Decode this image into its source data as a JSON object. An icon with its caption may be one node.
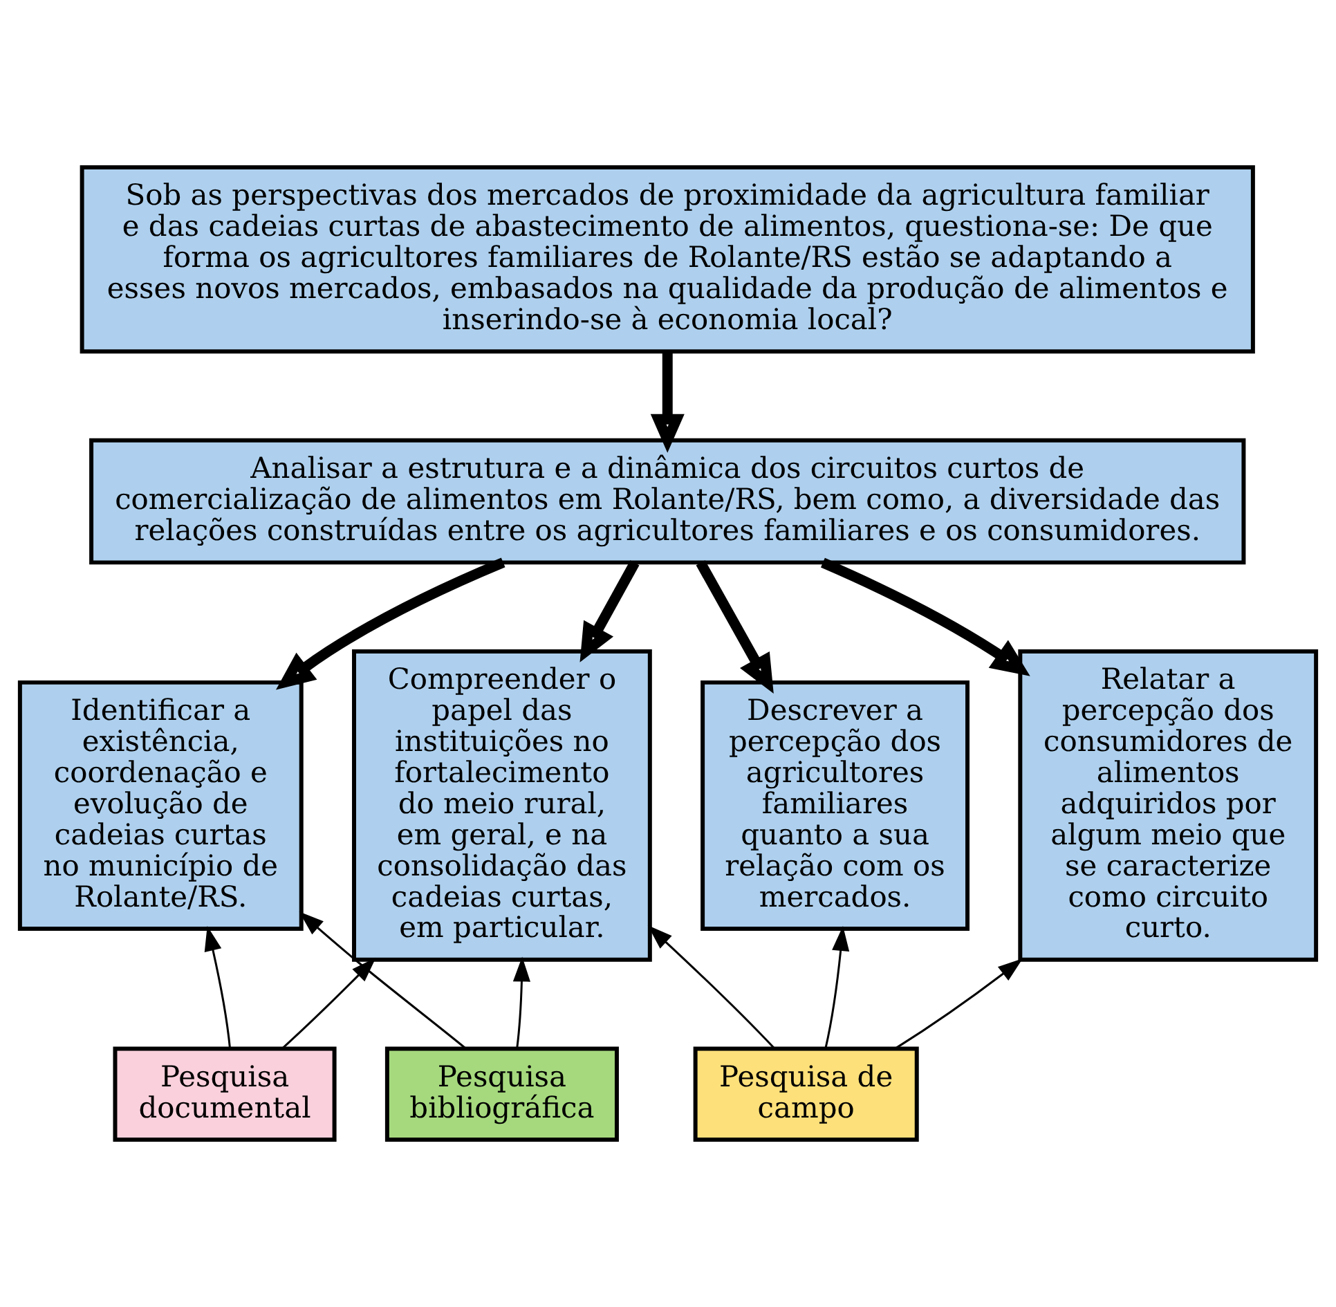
{
  "diagram": {
    "nodes": [
      {
        "text": [
          "Sob as perspectivas dos mercados de proximidade da agricultura familiar e das cadeias curtas de abastecimento de alimentos, questiona-se: De que forma os agricultores familiares de Rolante/RS estão se adaptando a esses novos mercados, embasados na qualidade da produção de alimentos e inserindo-se à economia local?"
        ]
      },
      {
        "text": [
          "Analisar a estrutura e a dinâmica dos circuitos curtos de comercialização de alimentos em Rolante/RS, bem como, a diversidade das relações construídas entre os agricultores familiares e os consumidores."
        ]
      },
      {
        "text": [
          "Identificar a existência, coordenação e evolução de cadeias curtas no município de Rolante/RS."
        ]
      },
      {
        "text": [
          "Compreender o papel das instituições no fortalecimento do meio rural, em geral, e na consolidação das cadeias curtas, em particular."
        ]
      },
      {
        "text": [
          "Descrever a percepção dos agricultores familiares quanto a sua relação com os mercados."
        ]
      },
      {
        "text": [
          "Relatar a percepção dos consumidores de alimentos adquiridos por algum meio que se caracterize como circuito curto."
        ]
      },
      {
        "text": [
          "Pesquisa documental"
        ]
      },
      {
        "text": [
          "Pesquisa bibliográfica"
        ]
      },
      {
        "text": [
          "Pesquisa de campo"
        ]
      }
    ],
    "edges": [
      {
        "from": 0,
        "to": 1,
        "arrow": "to",
        "style": "thick"
      },
      {
        "from": 1,
        "to": 2,
        "arrow": "to",
        "style": "thick"
      },
      {
        "from": 1,
        "to": 3,
        "arrow": "to",
        "style": "thick"
      },
      {
        "from": 1,
        "to": 4,
        "arrow": "to",
        "style": "thick"
      },
      {
        "from": 1,
        "to": 5,
        "arrow": "to",
        "style": "thick"
      },
      {
        "from": 6,
        "to": 2,
        "arrow": "to"
      },
      {
        "from": 6,
        "to": 3,
        "arrow": "to"
      },
      {
        "from": 7,
        "to": 2,
        "arrow": "to"
      },
      {
        "from": 7,
        "to": 3,
        "arrow": "to"
      },
      {
        "from": 8,
        "to": 3,
        "arrow": "to"
      },
      {
        "from": 8,
        "to": 4,
        "arrow": "to"
      },
      {
        "from": 8,
        "to": 5,
        "arrow": "to"
      }
    ]
  }
}
